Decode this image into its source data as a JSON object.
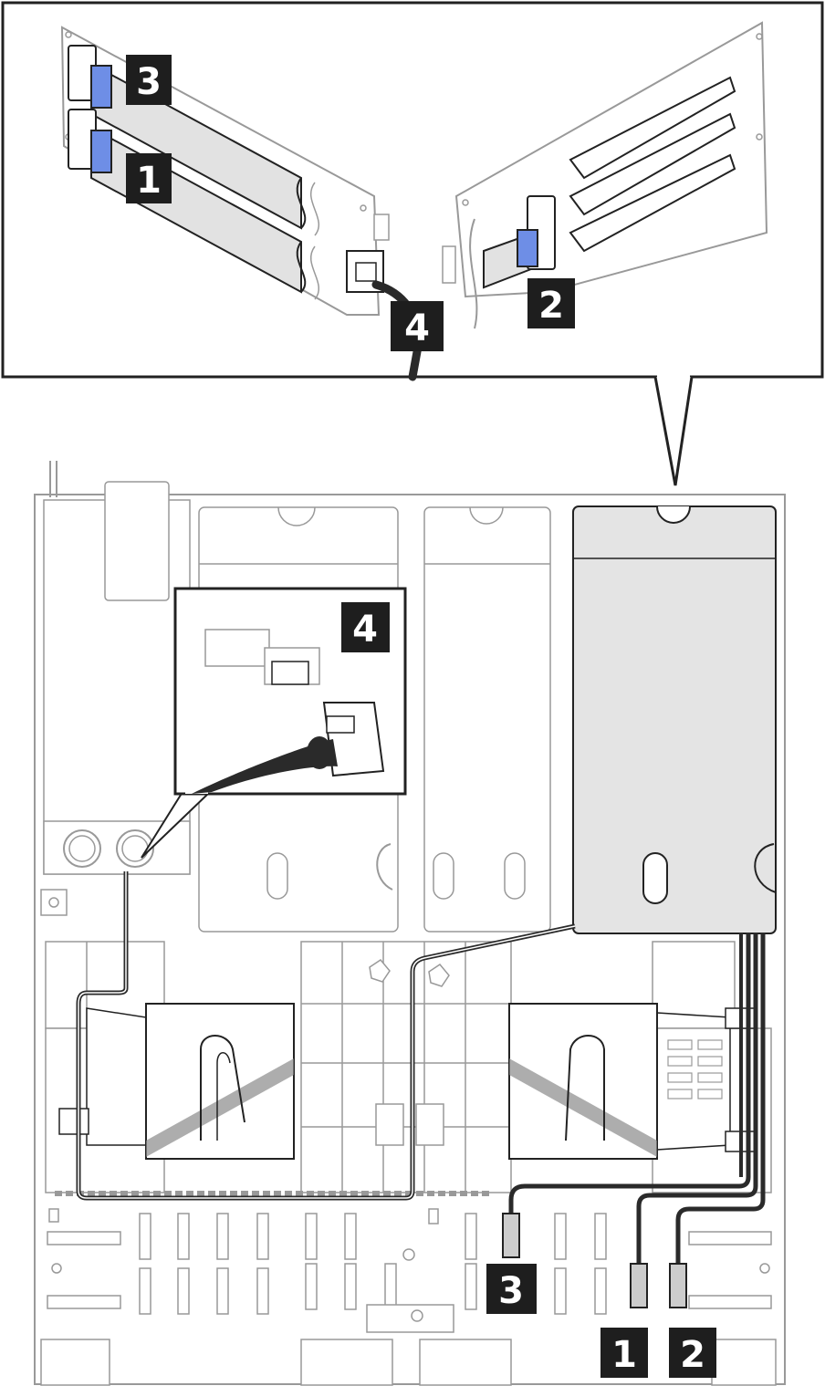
{
  "colors": {
    "line": "#9a9a9a",
    "dark": "#222222",
    "panel": "#e4e4e4",
    "cable": "#2a2a2a",
    "blue": "#6e8ee6",
    "callout_bg": "#1e1e1e",
    "callout_fg": "#ffffff"
  },
  "callouts": {
    "top_3": "3",
    "top_1": "1",
    "top_2": "2",
    "top_4": "4",
    "inset_4": "4",
    "bottom_3": "3",
    "bottom_1": "1",
    "bottom_2": "2"
  },
  "icons": {
    "blue_tab": "pull-tab-icon",
    "latch": "latch-icon",
    "fan_lock": "lock-icon"
  }
}
